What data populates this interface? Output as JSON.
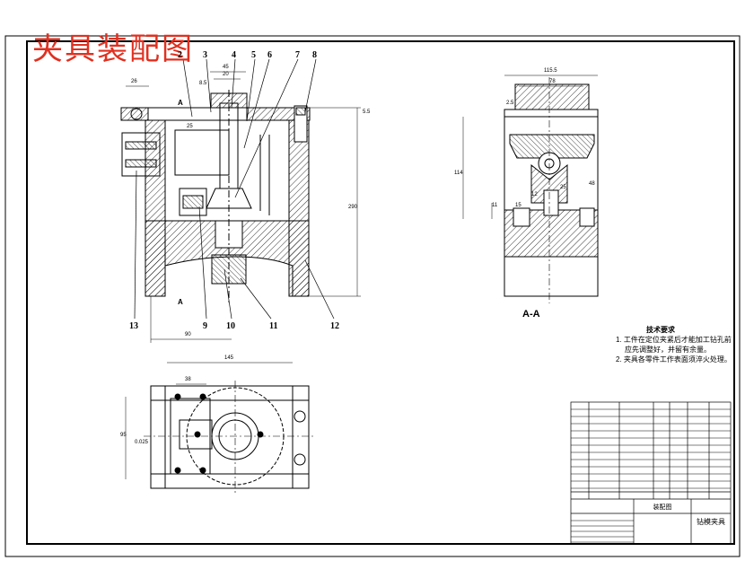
{
  "title": "夹具装配图",
  "callouts": [
    "2",
    "3",
    "4",
    "5",
    "6",
    "7",
    "8",
    "9",
    "10",
    "11",
    "12",
    "13"
  ],
  "section_label": "A-A",
  "section_mark": "A",
  "dimensions": {
    "front": [
      "26",
      "45",
      "20",
      "8.5",
      "25",
      "5.5",
      "290",
      "90"
    ],
    "side": [
      "115.5",
      "78",
      "2.5",
      "114",
      "11",
      "15",
      "12",
      "25",
      "48"
    ],
    "plan": [
      "145",
      "38",
      "95",
      "0.025"
    ]
  },
  "tech_notes": {
    "heading": "技术要求",
    "items": [
      "1. 工件在定位夹紧后才能加工钻孔前",
      "应先调整好，并留有余量。",
      "2. 夹具各零件工作表面须淬火处理。"
    ]
  },
  "title_block": {
    "drawing_name": "钻模夹具",
    "assembly_label": "装配图"
  },
  "colors": {
    "title": "#e03020",
    "hatch": "#000000"
  }
}
